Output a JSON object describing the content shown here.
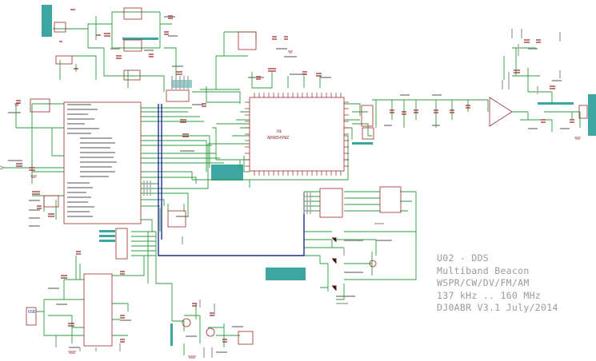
{
  "title_block": {
    "line1": "U02 - DDS",
    "line2": "Multiband Beacon",
    "line3": "WSPR/CW/DV/FM/AM",
    "line4": "137 kHz .. 160 MHz",
    "line5": "DJ0ABR V3.1 July/2014"
  },
  "ic_labels": {
    "dds_refdes": "U$",
    "dds_part": "AD9854YWZ",
    "usb_connector": "USB"
  },
  "colors": {
    "wire": "#2e9b3c",
    "component": "#9b2b2b",
    "bus": "#1c2f8f",
    "label_fill": "#3da6a0",
    "part_text": "#9a9a9a",
    "usb_blue": "#1b4aa0"
  }
}
